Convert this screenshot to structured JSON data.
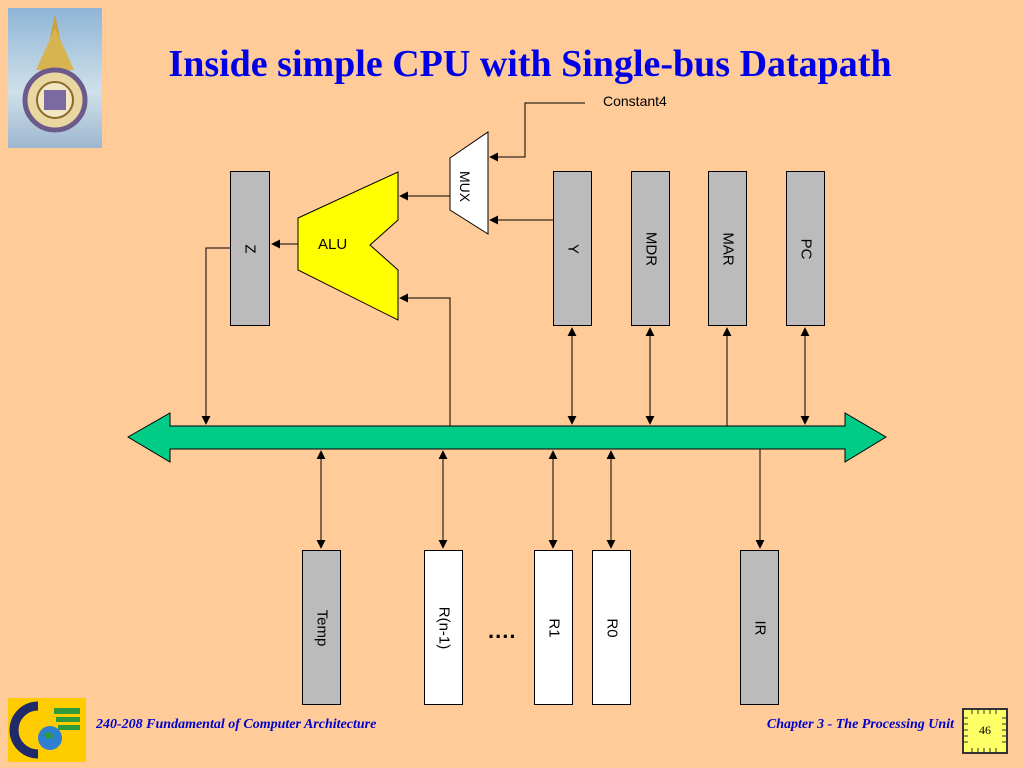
{
  "title": "Inside simple CPU with Single-bus Datapath",
  "registers_top": [
    "Z",
    "Y",
    "MDR",
    "MAR",
    "PC"
  ],
  "registers_bottom": [
    "Temp",
    "R(n-1)",
    "R1",
    "R0",
    "IR"
  ],
  "alu_label": "ALU",
  "mux_label": "MUX",
  "constant_label": "Constant4",
  "ellipsis": "....",
  "footer": {
    "course": "240-208 Fundamental of Computer Architecture",
    "chapter": "Chapter 3 - The Processing Unit",
    "page": "46"
  },
  "colors": {
    "background": "#FFCC99",
    "title": "#0000E6",
    "bus": "#00CC88",
    "alu": "#FFFF00",
    "register_gray": "#BBBBBB"
  }
}
